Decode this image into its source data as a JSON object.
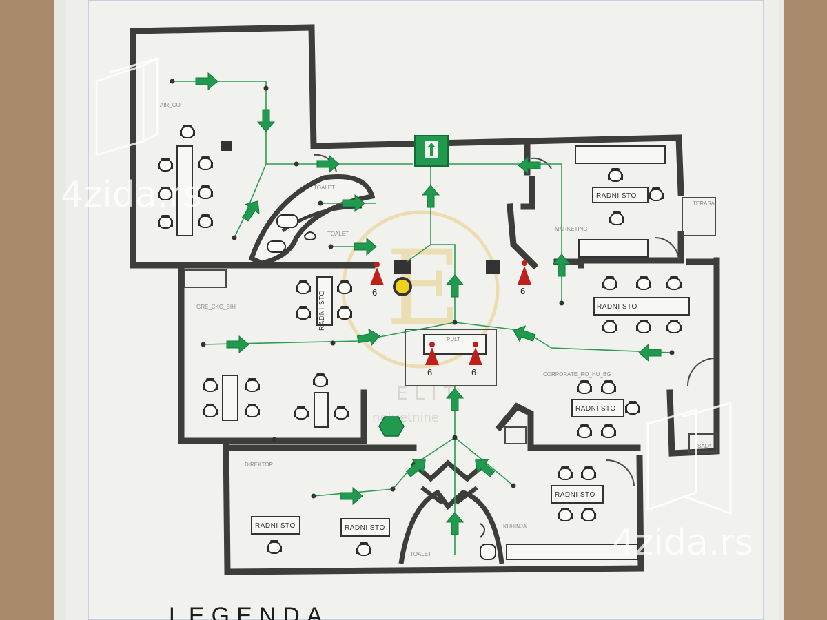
{
  "watermark": {
    "left_text": "4zida.rs",
    "right_text": "4zida.rs"
  },
  "center_logo": {
    "letter": "E",
    "name": "ELIT",
    "sub": "nekretnine"
  },
  "rooms": {
    "top_left": "AIR_CO",
    "toilet_top": "TOALET",
    "toilet_mid": "TOALET",
    "left_room": "GRE_CKO_BIH",
    "marketing": "MARKETING",
    "top_right_small": "TERASA",
    "corporate": "CORPORATE_RO_HU_BG",
    "bottom_left": "DIREKTOR",
    "kitchen": "KUHINJA",
    "toilet_bottom": "TOALET",
    "right_small": "SALA",
    "reception": "PULT"
  },
  "desks": {
    "radni_sto_1": "RADNI STO",
    "radni_sto_2": "RADNI STO",
    "radni_sto_3": "RADNI STO",
    "radni_sto_4": "RADNI STO",
    "radni_sto_5": "RADNI STO",
    "radni_sto_6": "RADNI STO",
    "radni_sto_7": "RADNI STO"
  },
  "extinguishers": {
    "e1": "6",
    "e2": "6",
    "e3": "6",
    "e4": "6"
  },
  "legend_title": "LEGENDA",
  "colors": {
    "arrow_green": "#1f9a4e",
    "exit_green": "#1f9a4e",
    "extinguisher_red": "#c0201c",
    "wall": "#3d3d3b",
    "board": "#eeeeea",
    "wall_bg": "#a98a6c"
  }
}
